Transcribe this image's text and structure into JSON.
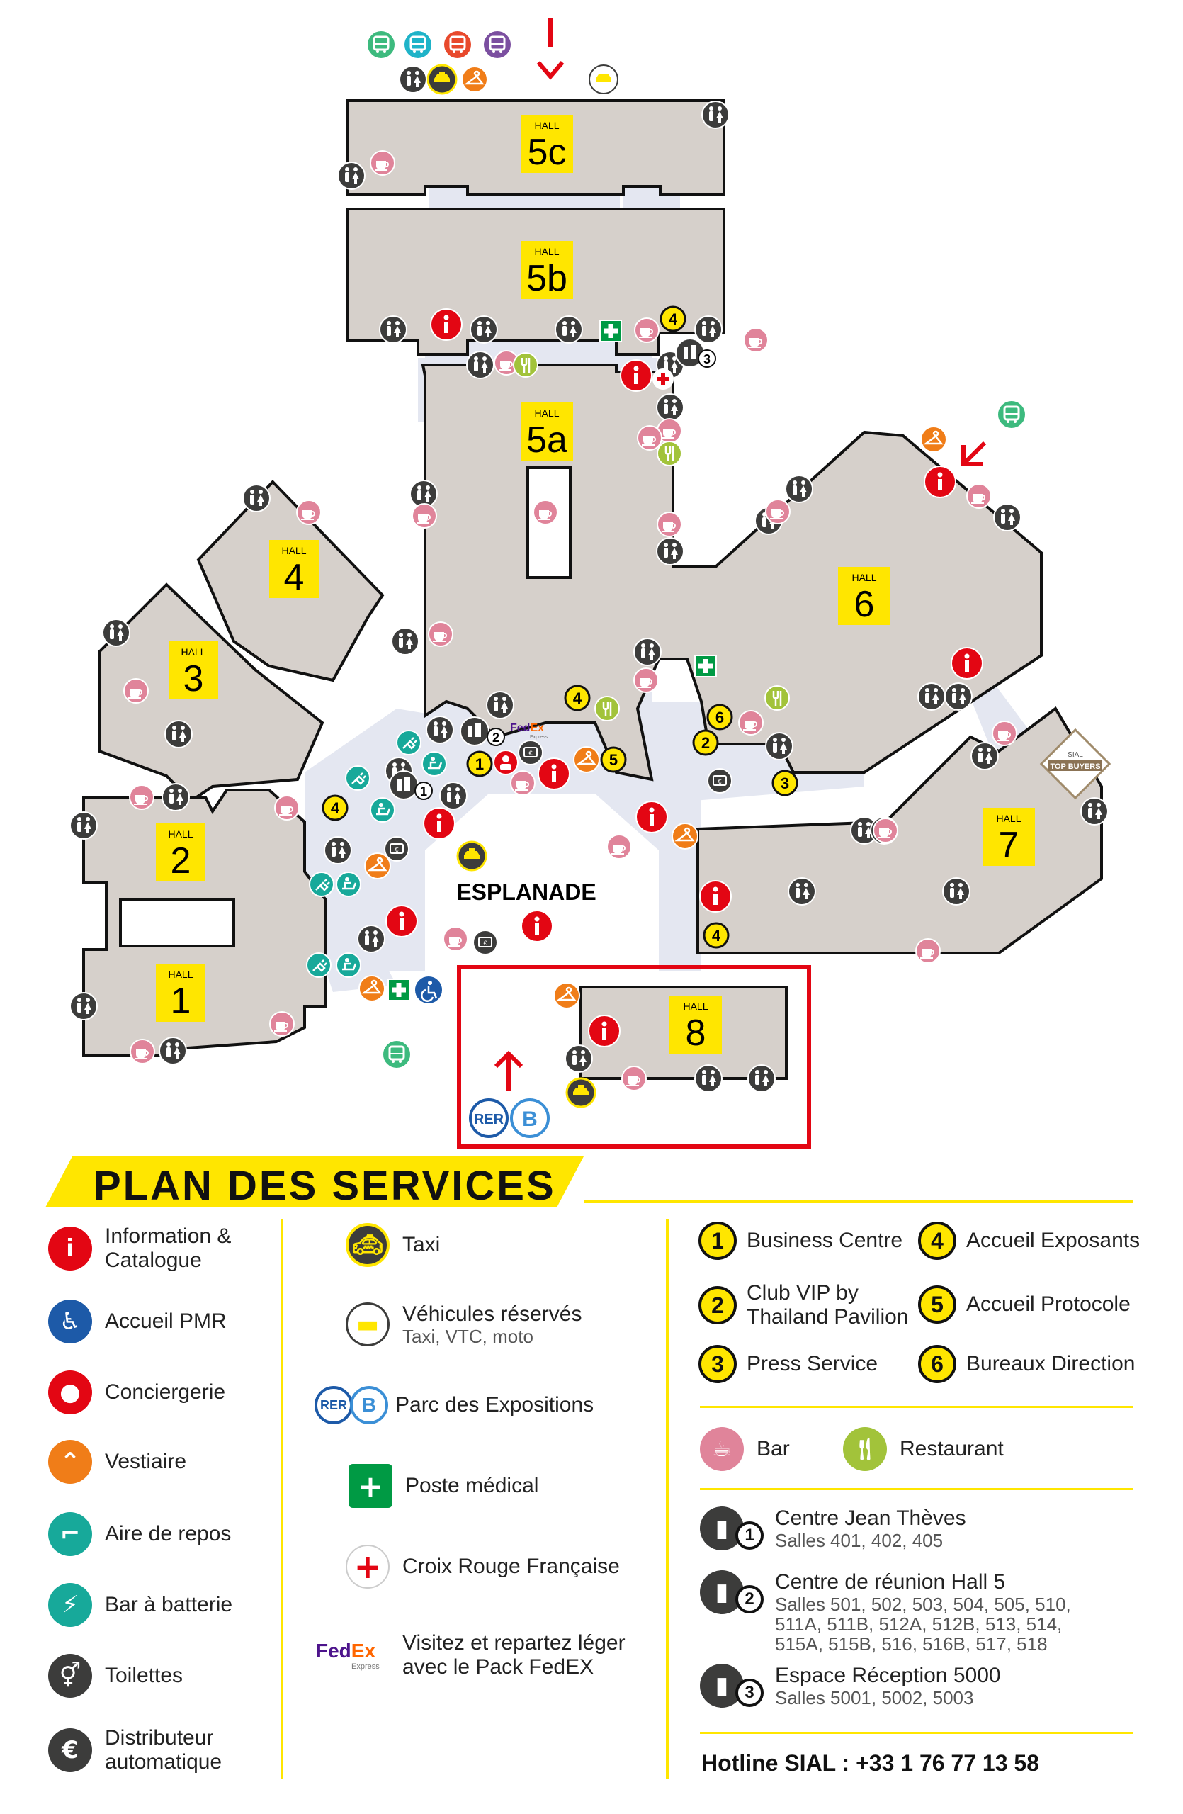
{
  "map": {
    "halls": [
      {
        "id": "5c",
        "label": "HALL",
        "number": "5c"
      },
      {
        "id": "5b",
        "label": "HALL",
        "number": "5b"
      },
      {
        "id": "5a",
        "label": "HALL",
        "number": "5a"
      },
      {
        "id": "4",
        "label": "HALL",
        "number": "4"
      },
      {
        "id": "3",
        "label": "HALL",
        "number": "3"
      },
      {
        "id": "6",
        "label": "HALL",
        "number": "6"
      },
      {
        "id": "2",
        "label": "HALL",
        "number": "2"
      },
      {
        "id": "1",
        "label": "HALL",
        "number": "1"
      },
      {
        "id": "7",
        "label": "HALL",
        "number": "7"
      },
      {
        "id": "8",
        "label": "HALL",
        "number": "8"
      }
    ],
    "esplanade": "ESPLANADE",
    "top_buyers": {
      "line1": "SIAL",
      "line2": "TOP BUYERS"
    },
    "rer": "RER",
    "rer_line": "B",
    "fedex": {
      "fed": "Fed",
      "ex": "Ex",
      "express": "Express"
    }
  },
  "legend": {
    "title": "PLAN DES SERVICES",
    "col1": [
      {
        "icon": "info-icon",
        "color": "#e30613",
        "label": "Information &",
        "label2": "Catalogue"
      },
      {
        "icon": "wheelchair-icon",
        "color": "#1d5aa8",
        "label": "Accueil PMR"
      },
      {
        "icon": "concierge-icon",
        "color": "#e30613",
        "label": "Conciergerie"
      },
      {
        "icon": "hanger-icon",
        "color": "#f07d18",
        "label": "Vestiaire"
      },
      {
        "icon": "rest-area-icon",
        "color": "#17a99a",
        "label": "Aire de repos"
      },
      {
        "icon": "battery-plug-icon",
        "color": "#17a99a",
        "label": "Bar à batterie"
      },
      {
        "icon": "toilets-icon",
        "color": "#3c3c3b",
        "label": "Toilettes"
      },
      {
        "icon": "vending-machine-icon",
        "color": "#3c3c3b",
        "label": "Distributeur",
        "label2": "automatique"
      }
    ],
    "col2": [
      {
        "icon": "taxi-icon",
        "label": "Taxi"
      },
      {
        "icon": "reserved-vehicle-icon",
        "label": "Véhicules réservés",
        "sub": "Taxi, VTC, moto"
      },
      {
        "icon": "rer-b-icon",
        "label": "Parc des Expositions"
      },
      {
        "icon": "medical-post-icon",
        "color": "#009a44",
        "label": "Poste médical"
      },
      {
        "icon": "red-cross-icon",
        "color": "#e30613",
        "label": "Croix Rouge Française"
      },
      {
        "icon": "fedex-logo",
        "label": "Visitez et repartez léger",
        "label2": "avec le Pack FedEX"
      }
    ],
    "numbered": [
      {
        "n": "1",
        "label": "Business Centre"
      },
      {
        "n": "4",
        "label": "Accueil Exposants"
      },
      {
        "n": "2",
        "label": "Club VIP by",
        "label2": "Thailand Pavilion"
      },
      {
        "n": "5",
        "label": "Accueil Protocole"
      },
      {
        "n": "3",
        "label": "Press Service"
      },
      {
        "n": "6",
        "label": "Bureaux Direction"
      }
    ],
    "food": [
      {
        "icon": "bar-cup-icon",
        "color": "#e0849a",
        "label": "Bar"
      },
      {
        "icon": "restaurant-icon",
        "color": "#a2c33a",
        "label": "Restaurant"
      }
    ],
    "centres": [
      {
        "n": "1",
        "label": "Centre Jean Thèves",
        "sub": "Salles 401, 402, 405"
      },
      {
        "n": "2",
        "label": "Centre de réunion Hall 5",
        "sub": "Salles 501, 502, 503, 504, 505, 510,",
        "sub2": "511A, 511B, 512A, 512B, 513, 514,",
        "sub3": "515A, 515B, 516, 516B, 517, 518"
      },
      {
        "n": "3",
        "label": "Espace Réception 5000",
        "sub": "Salles 5001, 5002, 5003"
      }
    ],
    "hotline": "Hotline SIAL : +33 1 76 77 13 58"
  },
  "colors": {
    "hall": "#d6d0cb",
    "corridor": "#e4e7f1",
    "yellow": "#ffe600",
    "info": "#e30613",
    "bar": "#e0849a",
    "restaurant": "#a2c33a",
    "teal": "#17a99a",
    "orange": "#f07d18",
    "dark": "#3c3c3b",
    "green": "#009a44",
    "bus_green": "#3dba7e",
    "bus_teal": "#1fb3c8",
    "bus_red": "#e8492c",
    "bus_purple": "#7b4fa0",
    "pmr": "#1d5aa8",
    "highlight": "#e30613"
  }
}
